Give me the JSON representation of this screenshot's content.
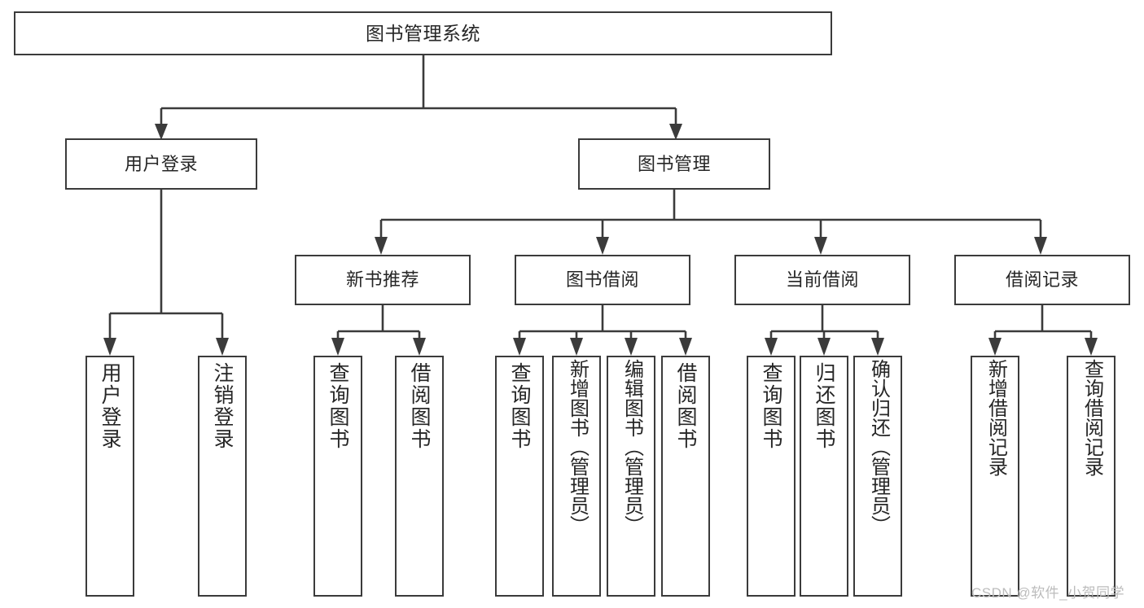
{
  "diagram": {
    "title": "图书管理系统",
    "type": "hierarchy-tree",
    "colors": {
      "box_border": "#3b3b3b",
      "box_fill": "#ffffff",
      "connector": "#3b3b3b",
      "text": "#262626",
      "watermark": "#bcbcbc",
      "background": "#ffffff"
    },
    "root": {
      "label": "图书管理系统"
    },
    "level2": [
      {
        "label": "用户登录"
      },
      {
        "label": "图书管理"
      }
    ],
    "level3": [
      {
        "label": "新书推荐"
      },
      {
        "label": "图书借阅"
      },
      {
        "label": "当前借阅"
      },
      {
        "label": "借阅记录"
      }
    ],
    "leaves": [
      {
        "label": "用户登录"
      },
      {
        "label": "注销登录"
      },
      {
        "label": "查询图书"
      },
      {
        "label": "借阅图书"
      },
      {
        "label": "查询图书"
      },
      {
        "label": "新增图书（管理员）"
      },
      {
        "label": "编辑图书（管理员）"
      },
      {
        "label": "借阅图书"
      },
      {
        "label": "查询图书"
      },
      {
        "label": "归还图书"
      },
      {
        "label": "确认归还（管理员）"
      },
      {
        "label": "新增借阅记录"
      },
      {
        "label": "查询借阅记录"
      }
    ],
    "watermark": "CSDN @软件_小贺同学"
  }
}
